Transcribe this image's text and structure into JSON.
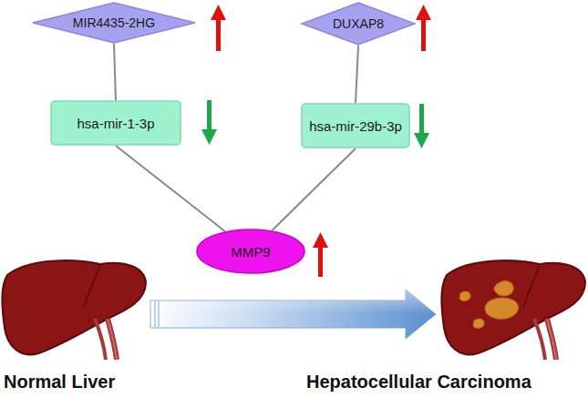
{
  "diagram": {
    "nodes": [
      {
        "text": [
          "MIR4435-2HG"
        ]
      },
      {
        "text": [
          "DUXAP8"
        ]
      },
      {
        "text": [
          "hsa-mir-1-3p"
        ]
      },
      {
        "text": [
          "hsa-mir-29b-3p"
        ]
      },
      {
        "text": [
          "MMP9"
        ]
      }
    ],
    "edges": [
      {
        "from": 0,
        "to": 2,
        "arrow": "none"
      },
      {
        "from": 1,
        "to": 3,
        "arrow": "none"
      },
      {
        "from": 2,
        "to": 4,
        "arrow": "none"
      },
      {
        "from": 3,
        "to": 4,
        "arrow": "none"
      }
    ],
    "labels": [
      "Normal Liver",
      "Hepatocellular Carcinoma"
    ]
  }
}
